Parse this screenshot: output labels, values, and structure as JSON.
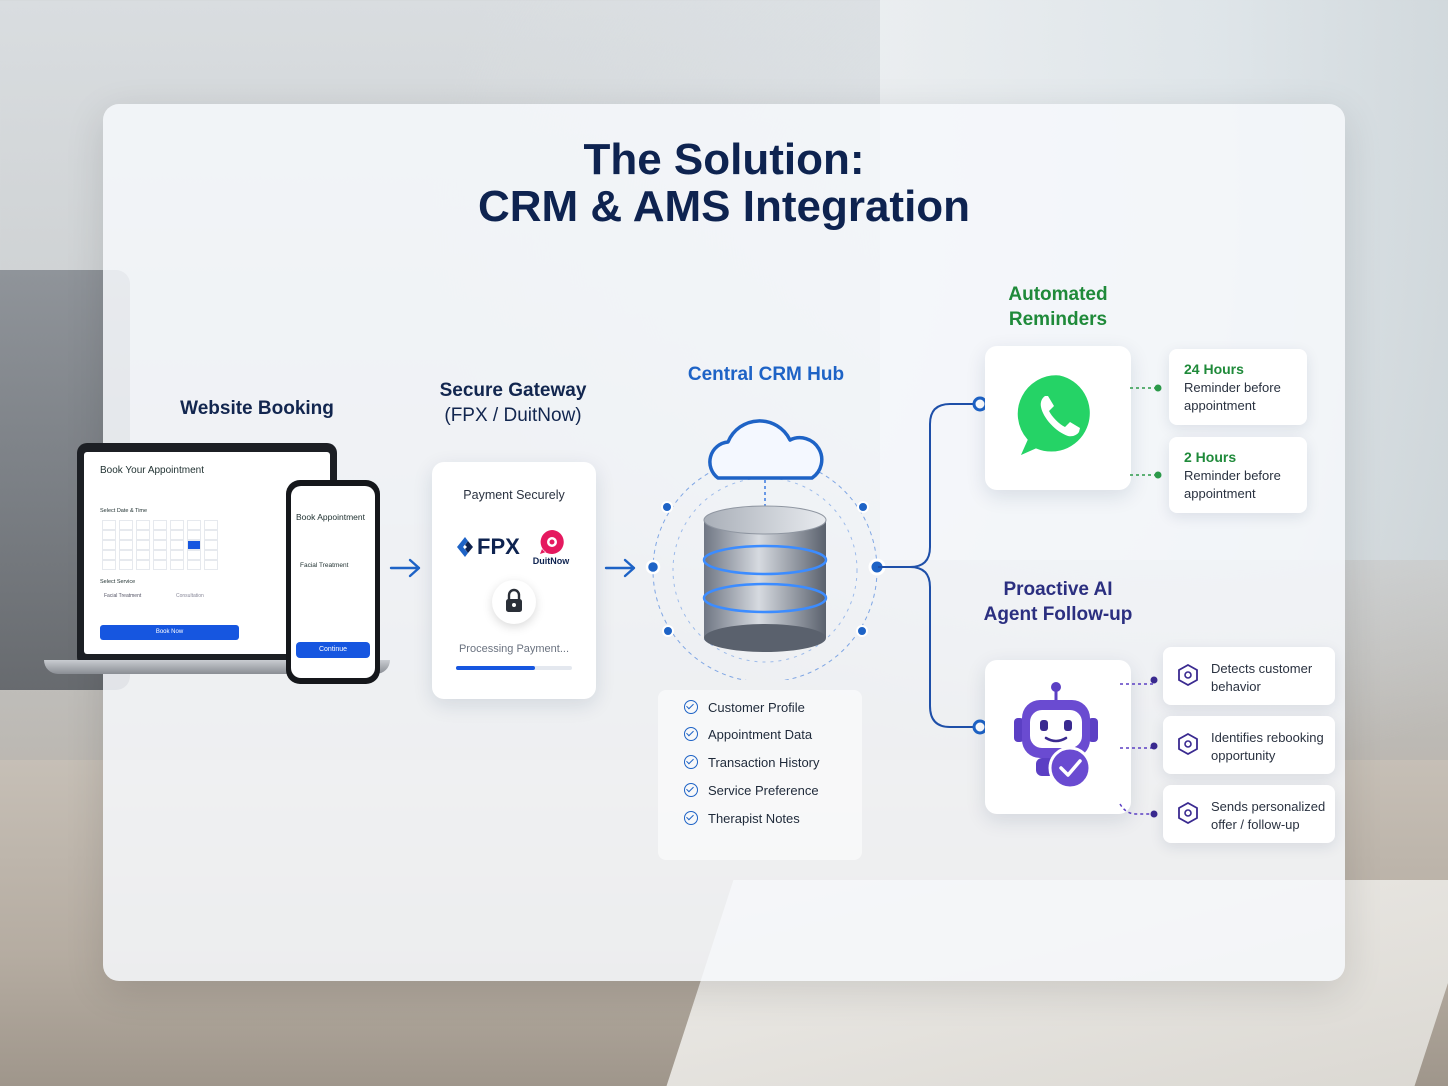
{
  "title": {
    "line1": "The Solution:",
    "line2": "CRM & AMS Integration"
  },
  "booking": {
    "label": "Website Booking",
    "laptop_title": "Book Your Appointment",
    "laptop_section1": "Select Date & Time",
    "laptop_section2": "Select Service",
    "laptop_service1": "Facial Treatment",
    "laptop_service2": "Consultation",
    "laptop_button": "Book Now",
    "phone_title": "Book Appointment",
    "phone_service": "Facial Treatment",
    "phone_button": "Continue"
  },
  "gateway": {
    "label_line1": "Secure Gateway",
    "label_line2": "(FPX / DuitNow)",
    "heading": "Payment Securely",
    "fpx": "FPX",
    "duitnow": "DuitNow",
    "processing": "Processing Payment...",
    "progress": 0.68
  },
  "hub": {
    "label": "Central CRM Hub",
    "items": [
      "Customer Profile",
      "Appointment Data",
      "Transaction History",
      "Service Preference",
      "Therapist Notes"
    ]
  },
  "reminders": {
    "label_line1": "Automated",
    "label_line2": "Reminders",
    "cards": [
      {
        "heading": "24 Hours",
        "text1": "Reminder before",
        "text2": "appointment"
      },
      {
        "heading": "2 Hours",
        "text1": "Reminder before",
        "text2": "appointment"
      }
    ]
  },
  "ai": {
    "label_line1": "Proactive AI",
    "label_line2": "Agent Follow-up",
    "cards": [
      {
        "text1": "Detects customer",
        "text2": "behavior"
      },
      {
        "text1": "Identifies rebooking",
        "text2": "opportunity"
      },
      {
        "text1": "Sends personalized",
        "text2": "offer / follow-up"
      }
    ]
  },
  "colors": {
    "navy": "#12264f",
    "blue": "#1e63c6",
    "green": "#1f8a3a",
    "purple": "#5b3fc4",
    "whatsapp": "#25d366"
  }
}
